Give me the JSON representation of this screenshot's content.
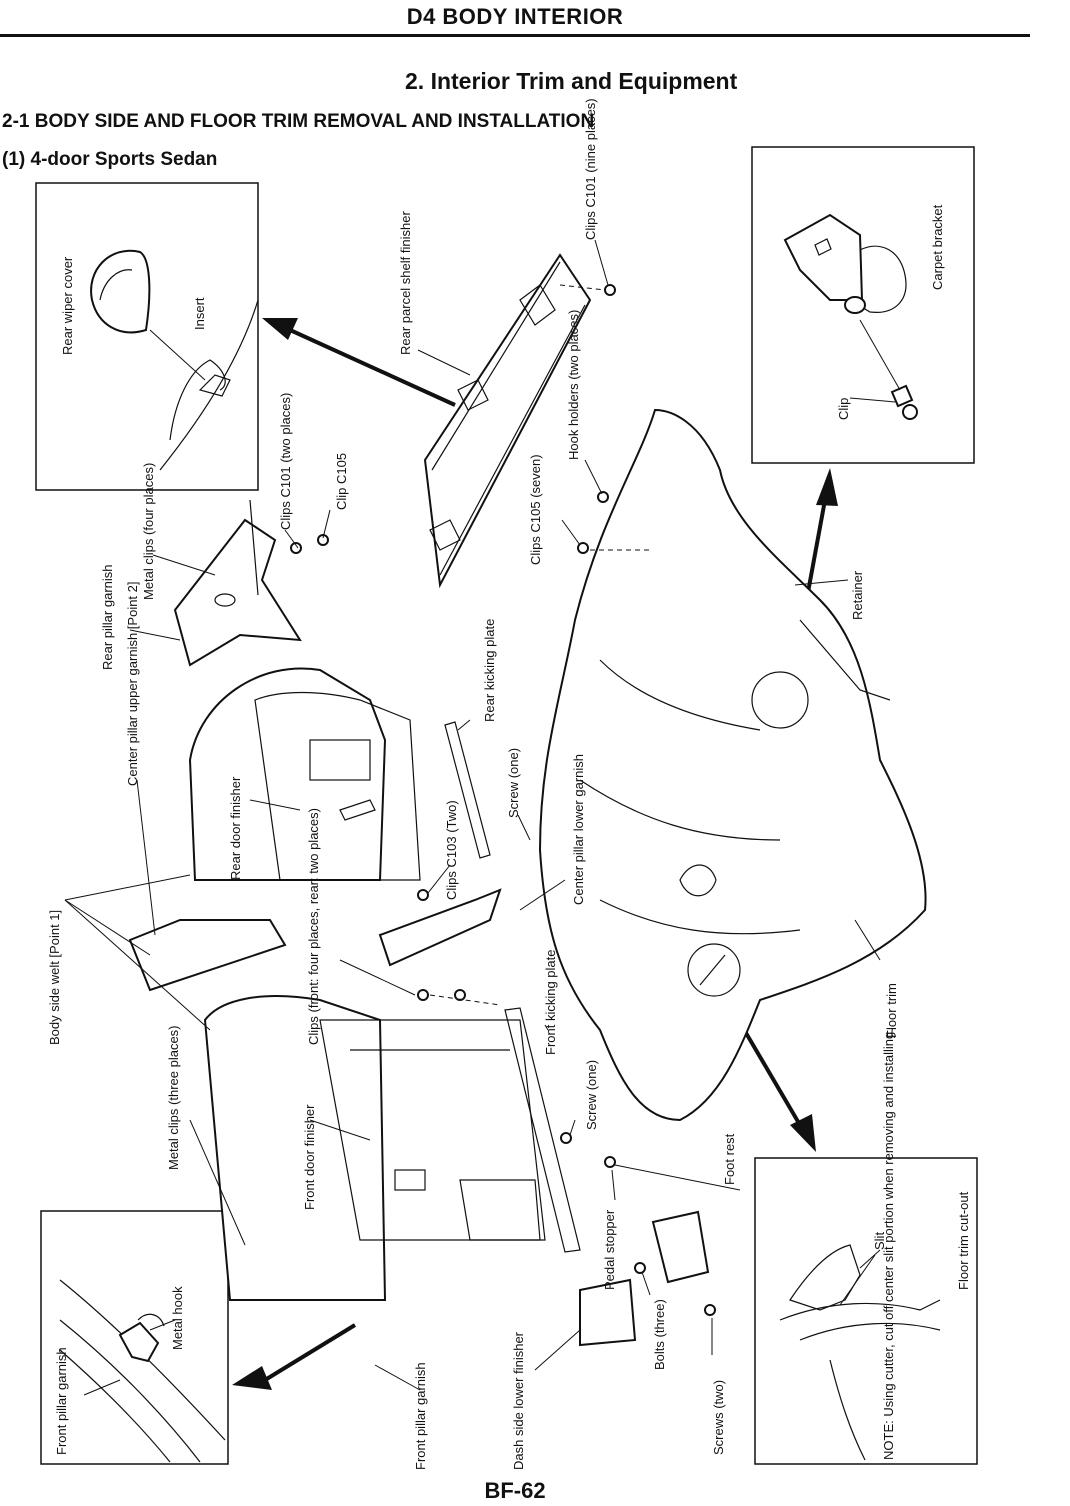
{
  "header": {
    "title": "D4 BODY INTERIOR"
  },
  "section": {
    "title": "2. Interior Trim and Equipment"
  },
  "subsection": {
    "title": "2-1 BODY SIDE AND FLOOR TRIM REMOVAL AND INSTALLATION"
  },
  "model": {
    "title": "(1) 4-door Sports Sedan"
  },
  "labels": {
    "rear_wiper_cover": "Rear wiper cover",
    "insert": "Insert",
    "clips_c101_nine": "Clips C101 (nine places)",
    "rear_parcel_shelf_finisher": "Rear parcel shelf finisher",
    "carpet_bracket": "Carpet bracket",
    "clip": "Clip",
    "metal_clips_four": "Metal clips (four places)",
    "rear_pillar_garnish": "Rear pillar garnish",
    "clips_c101_two": "Clips C101 (two places)",
    "clip_c105": "Clip C105",
    "hook_holders": "Hook holders (two places)",
    "clips_c105_seven": "Clips C105 (seven)",
    "retainer": "Retainer",
    "rear_kicking_plate": "Rear kicking plate",
    "center_pillar_upper_garnish": "Center pillar upper garnish [Point 2]",
    "rear_door_finisher": "Rear door finisher",
    "clips_c103_two": "Clips C103 (Two)",
    "screw_one_upper": "Screw (one)",
    "center_pillar_lower_garnish": "Center pillar lower garnish",
    "body_side_welt": "Body side welt [Point 1]",
    "clips_front_rear": "Clips (front: four places, rear: two places)",
    "front_kicking_plate": "Front kicking plate",
    "floor_trim": "Floor trim",
    "metal_clips_three": "Metal clips (three places)",
    "front_door_finisher": "Front door finisher",
    "screw_one_lower": "Screw (one)",
    "foot_rest": "Foot rest",
    "pedal_stopper": "Pedal stopper",
    "bolts_three": "Bolts (three)",
    "screws_two": "Screws (two)",
    "front_pillar_garnish_detail": "Front pillar garnish",
    "metal_hook": "Metal hook",
    "front_pillar_garnish": "Front pillar garnish",
    "dash_side_lower_finisher": "Dash side lower finisher",
    "slit": "Slit",
    "floor_trim_cutout": "Floor trim cut-out",
    "note": "NOTE: Using cutter, cut off center slit portion when removing and installing."
  },
  "page": {
    "number": "BF-62"
  }
}
